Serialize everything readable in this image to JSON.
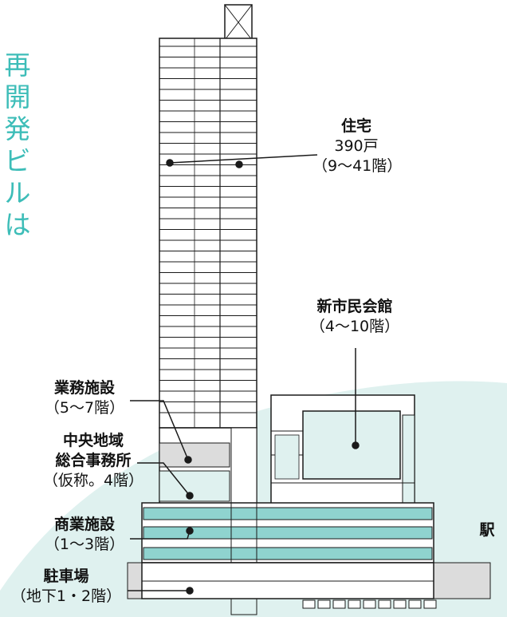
{
  "title": {
    "chars": [
      "再",
      "開",
      "発",
      "ビ",
      "ル",
      "は"
    ]
  },
  "colors": {
    "teal": "#3dbdb8",
    "pale": "#dff1ef",
    "band": "#8fd3cf",
    "line": "#1a1a1a"
  },
  "labels": {
    "housing": {
      "l1": "住宅",
      "l2": "390戸",
      "l3": "（9～41階）"
    },
    "hall": {
      "l1": "新市民会館",
      "l2": "（4～10階）"
    },
    "office": {
      "l1": "業務施設",
      "l2": "（5～7階）"
    },
    "regional": {
      "l1": "中央地域",
      "l2": "総合事務所",
      "l3": "（仮称。4階）"
    },
    "commercial": {
      "l1": "商業施設",
      "l2": "（1～3階）"
    },
    "parking": {
      "l1": "駐車場",
      "l2": "（地下1・2階）"
    },
    "station": "駅"
  }
}
